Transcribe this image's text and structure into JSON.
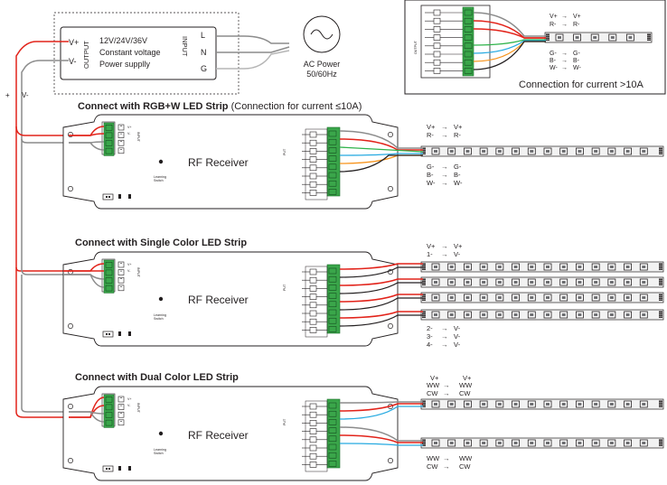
{
  "power_supply": {
    "voltage": "12V/24V/36V",
    "line1": "Constant voltage",
    "line2": "Power supplly",
    "output_label": "OUTPUT",
    "input_label": "INPUT",
    "vplus": "V+",
    "vminus": "V-",
    "L": "L",
    "N": "N",
    "G": "G"
  },
  "ac_power": {
    "label": "AC Power",
    "freq": "50/60Hz"
  },
  "supply_wire": {
    "plus": "+",
    "minus": "V-"
  },
  "high_current": {
    "caption": "Connection for current >10A",
    "output_label": "OUTPUT",
    "pins": [
      "V+",
      "R-",
      "G-",
      "B-",
      "W-"
    ],
    "wires": [
      {
        "from": "V+",
        "to": "V+"
      },
      {
        "from": "R-",
        "to": "R-"
      },
      {
        "from": "G-",
        "to": "G-"
      },
      {
        "from": "B-",
        "to": "B-"
      },
      {
        "from": "W-",
        "to": "W-"
      }
    ]
  },
  "sections": {
    "rgbw": {
      "title_bold": "Connect with RGB+W LED Strip",
      "title_normal": " (Connection for current ≤10A)",
      "receiver_label": "RF Receiver",
      "input_label": "INPUT",
      "output_label": "PUT",
      "learning": "Learning",
      "switch": "Switch",
      "top_map": [
        {
          "from": "V+",
          "to": "V+"
        },
        {
          "from": "R-",
          "to": "R-"
        }
      ],
      "bottom_map": [
        {
          "from": "G-",
          "to": "G-"
        },
        {
          "from": "B-",
          "to": "B-"
        },
        {
          "from": "W-",
          "to": "W-"
        }
      ]
    },
    "single": {
      "title_bold": "Connect with Single Color LED Strip",
      "receiver_label": "RF Receiver",
      "input_label": "INPUT",
      "output_label": "PUT",
      "learning": "Learning",
      "switch": "Switch",
      "top_map": [
        {
          "from": "V+",
          "to": "V+"
        },
        {
          "from": "1-",
          "to": "V-"
        }
      ],
      "bottom_map": [
        {
          "from": "2-",
          "to": "V-"
        },
        {
          "from": "3-",
          "to": "V-"
        },
        {
          "from": "4-",
          "to": "V-"
        }
      ]
    },
    "dual": {
      "title_bold": "Connect with Dual Color LED Strip",
      "receiver_label": "RF Receiver",
      "input_label": "INPUT",
      "output_label": "PUT",
      "learning": "Learning",
      "switch": "Switch",
      "top_map": [
        {
          "from": "V+",
          "to": "V+"
        },
        {
          "from": "WW",
          "to": "WW"
        },
        {
          "from": "CW",
          "to": "CW"
        }
      ],
      "bottom_map": [
        {
          "from": "WW",
          "to": "WW"
        },
        {
          "from": "CW",
          "to": "CW"
        }
      ]
    }
  },
  "colors": {
    "red": "#e2231a",
    "gray": "#8c8c8c",
    "blue": "#27aae1",
    "green": "#2eb34a",
    "orange": "#f7941d",
    "terminal": "#3aa64a"
  }
}
